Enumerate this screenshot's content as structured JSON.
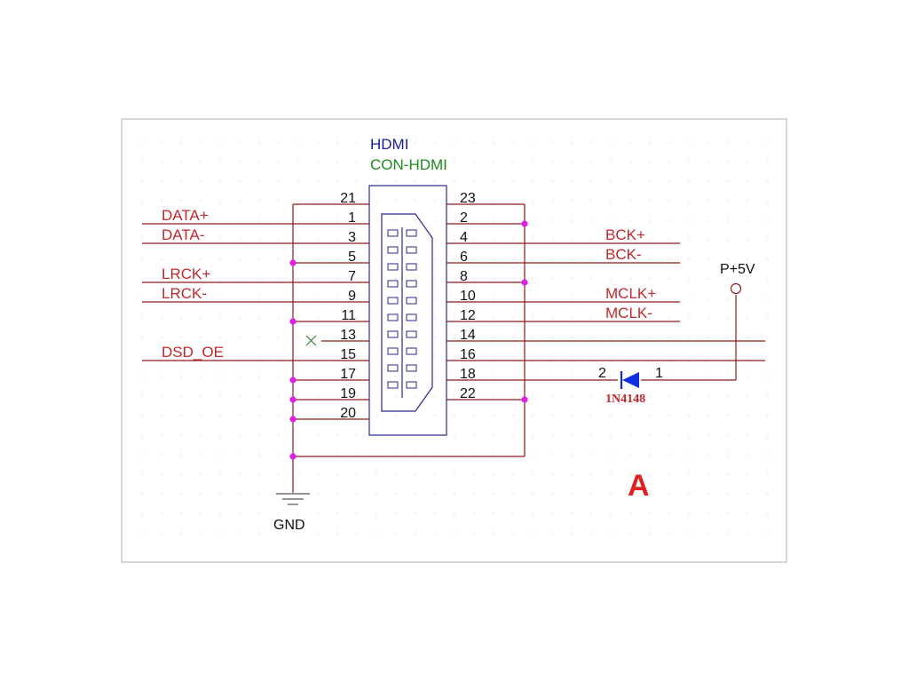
{
  "component": {
    "designator": "HDMI",
    "part": "CON-HDMI"
  },
  "pins_left": [
    "21",
    "1",
    "3",
    "5",
    "7",
    "9",
    "11",
    "13",
    "15",
    "17",
    "19",
    "20"
  ],
  "pins_right": [
    "23",
    "2",
    "4",
    "6",
    "8",
    "10",
    "12",
    "14",
    "16",
    "18",
    "22"
  ],
  "nets": {
    "data_p": "DATA+",
    "data_n": "DATA-",
    "lrck_p": "LRCK+",
    "lrck_n": "LRCK-",
    "dsd_oe": "DSD_OE",
    "bck_p": "BCK+",
    "bck_n": "BCK-",
    "mclk_p": "MCLK+",
    "mclk_n": "MCLK-"
  },
  "power": {
    "supply": "P+5V",
    "ground": "GND"
  },
  "diode": {
    "part": "1N4148",
    "pin_left": "2",
    "pin_right": "1"
  },
  "sheet_label": "A",
  "colors": {
    "wire": "#8b1a1a",
    "net_label": "#c0282d",
    "designator": "#1a1aa0",
    "part_value": "#1e8a1e",
    "junction": "#e020e0",
    "diode_fill": "#1030e0",
    "sheet_label": "#e02020",
    "outline": "#2a2a8a",
    "frame": "#b0b0b0",
    "grid": "#d8d8d8"
  }
}
